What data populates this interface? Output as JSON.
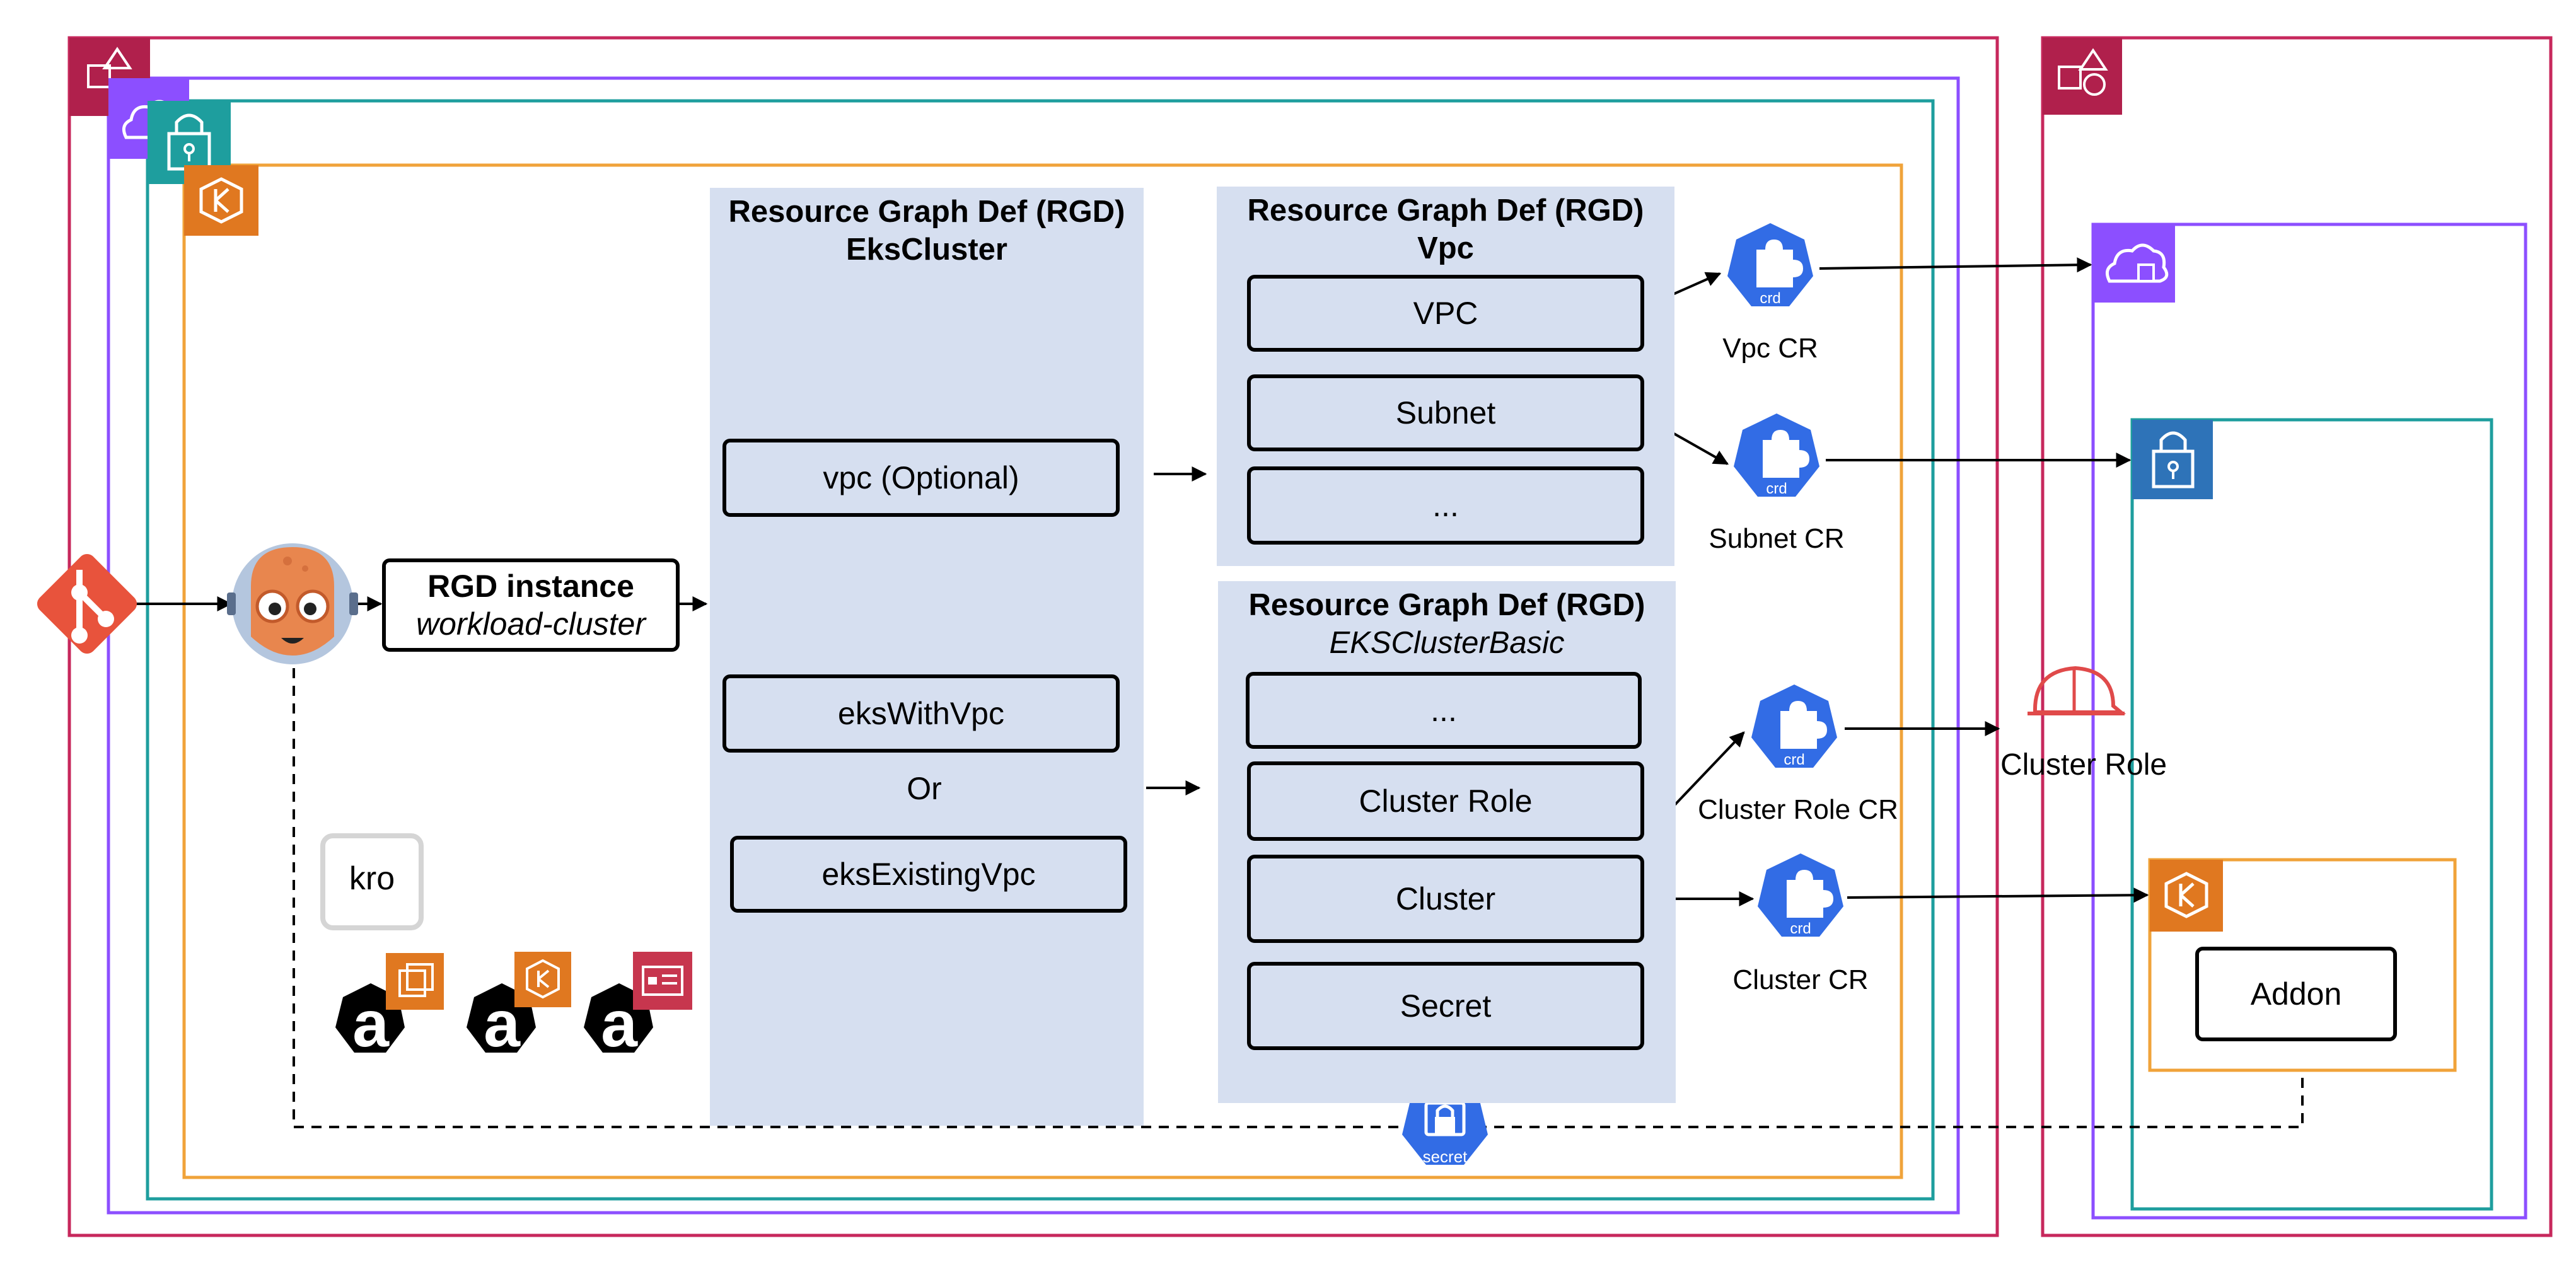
{
  "colors": {
    "account_border": "#C7285C",
    "region_border": "#8C4FFF",
    "vpc_border": "#1E9E9E",
    "eks_border": "#F0A33A",
    "panel_fill": "#D6DFF0",
    "account_badge": "#B0204C",
    "region_badge": "#8C4FFF",
    "vpc_badge_left": "#1E9E9E",
    "vpc_badge_right": "#2E73B8",
    "eks_badge": "#E07820",
    "crd_fill": "#326CE5",
    "git_fill": "#E8533C",
    "argo_fill": "#E8864E",
    "role_icon": "#E04A4A"
  },
  "icons": {
    "git": "git-icon",
    "argocd": "argocd-mascot-icon",
    "kro": "kro-logo",
    "aws_account": "aws-account-icon",
    "aws_cloud": "aws-cloud-icon",
    "vpc_lock": "vpc-lock-icon",
    "eks": "eks-icon",
    "crd": "crd-icon",
    "secret": "secret-icon",
    "hard_hat": "iam-role-hard-hat-icon",
    "ack_controller": "ack-controller-icon"
  },
  "rgd_instance": {
    "title": "RGD instance",
    "name": "workload-cluster"
  },
  "kro_label": "kro",
  "ack_glyph": "a",
  "eks_panel": {
    "title_line1": "Resource Graph Def (RGD)",
    "title_line2": "EksCluster",
    "vpc_option": "vpc (Optional)",
    "eks_with_vpc": "eksWithVpc",
    "or_label": "Or",
    "eks_existing_vpc": "eksExistingVpc"
  },
  "vpc_panel": {
    "title_line1": "Resource Graph Def (RGD)",
    "title_line2": "Vpc",
    "items": [
      "VPC",
      "Subnet",
      "..."
    ]
  },
  "basic_panel": {
    "title_line1": "Resource Graph Def (RGD)",
    "title_line2": "EKSClusterBasic",
    "items": [
      "...",
      "Cluster Role",
      "Cluster",
      "Secret"
    ]
  },
  "crd_glyph": "crd",
  "secret_glyph": "secret",
  "custom_resources": {
    "vpc": "Vpc CR",
    "subnet": "Subnet CR",
    "cluster_role": "Cluster Role CR",
    "cluster": "Cluster CR"
  },
  "target": {
    "cluster_role": "Cluster Role",
    "addon": "Addon"
  }
}
